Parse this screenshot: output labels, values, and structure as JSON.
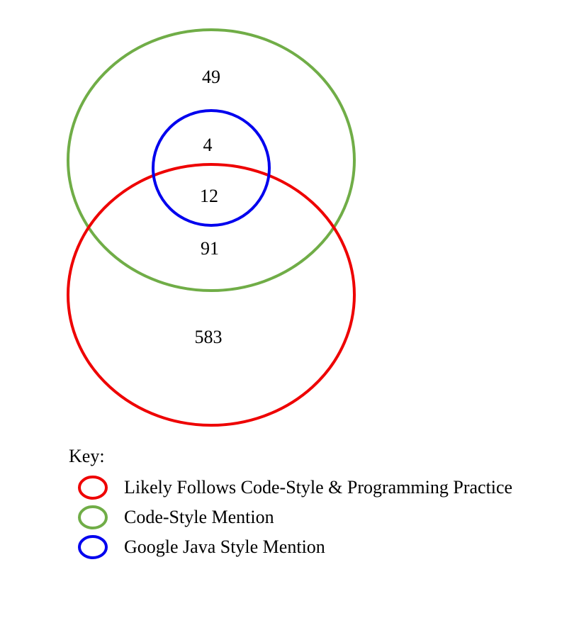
{
  "sets": [
    {
      "id": "practice",
      "label": "Likely Follows Code-Style & Programming Practice",
      "color": "#ee0000"
    },
    {
      "id": "code_style",
      "label": "Code-Style Mention",
      "color": "#70ad47"
    },
    {
      "id": "google_java",
      "label": "Google Java Style Mention",
      "color": "#0000ee"
    }
  ],
  "regions": {
    "code_style_only": "49",
    "google_java_code_style_only": "4",
    "all_three": "12",
    "code_style_and_practice": "91",
    "practice_only": "583"
  },
  "legend": {
    "title": "Key:",
    "items": [
      {
        "label": "Likely Follows Code-Style & Programming Practice",
        "color": "#ee0000"
      },
      {
        "label": "Code-Style Mention",
        "color": "#70ad47"
      },
      {
        "label": "Google Java Style Mention",
        "color": "#0000ee"
      }
    ]
  }
}
